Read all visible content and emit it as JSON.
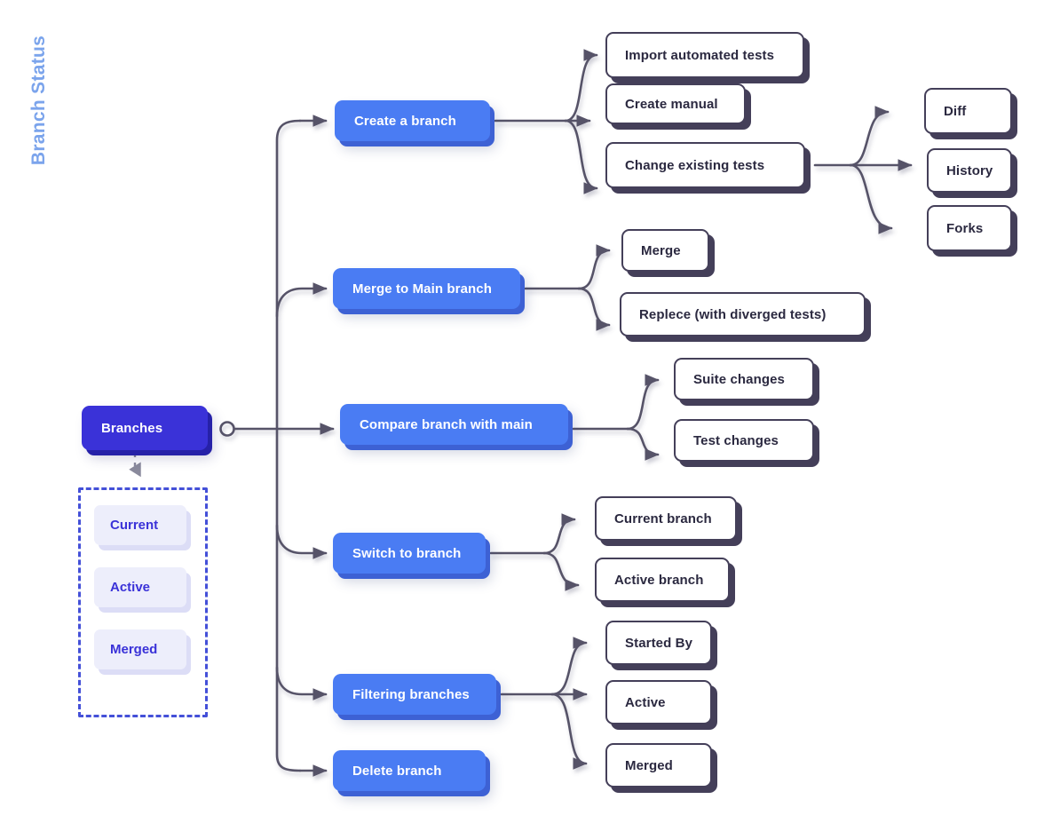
{
  "diagram": {
    "title": "Branches",
    "colors": {
      "root": "#3A32D8",
      "primary": "#4A7CF3",
      "leaf_border": "#443F59",
      "leaf_text": "#2B2940",
      "status_chip_bg": "#EDEEFB",
      "status_chip_text": "#3A32D8",
      "status_group_border": "#4450D8",
      "status_label_text": "#7BA4EC",
      "connector": "#565268",
      "dashed_arrow": "#8A8A9C",
      "background": "#FFFFFF"
    }
  },
  "root": {
    "label": "Branches"
  },
  "status_panel": {
    "label": "Branch Status",
    "chips": [
      {
        "label": "Current"
      },
      {
        "label": "Active"
      },
      {
        "label": "Merged"
      }
    ]
  },
  "primary_nodes": [
    {
      "label": "Create a branch"
    },
    {
      "label": "Merge to Main branch"
    },
    {
      "label": "Compare branch with main"
    },
    {
      "label": "Switch to branch"
    },
    {
      "label": "Filtering branches"
    },
    {
      "label": "Delete branch"
    }
  ],
  "leaf_nodes": {
    "create_a_branch": [
      {
        "label": "Import automated tests"
      },
      {
        "label": "Create manual"
      },
      {
        "label": "Change existing tests"
      }
    ],
    "change_existing_tests": [
      {
        "label": "Diff"
      },
      {
        "label": "History"
      },
      {
        "label": "Forks"
      }
    ],
    "merge_to_main_branch": [
      {
        "label": "Merge"
      },
      {
        "label": "Replece (with diverged tests)"
      }
    ],
    "compare_branch_with_main": [
      {
        "label": "Suite changes"
      },
      {
        "label": "Test changes"
      }
    ],
    "switch_to_branch": [
      {
        "label": "Current branch"
      },
      {
        "label": "Active branch"
      }
    ],
    "filtering_branches": [
      {
        "label": "Started By"
      },
      {
        "label": "Active"
      },
      {
        "label": "Merged"
      }
    ]
  }
}
